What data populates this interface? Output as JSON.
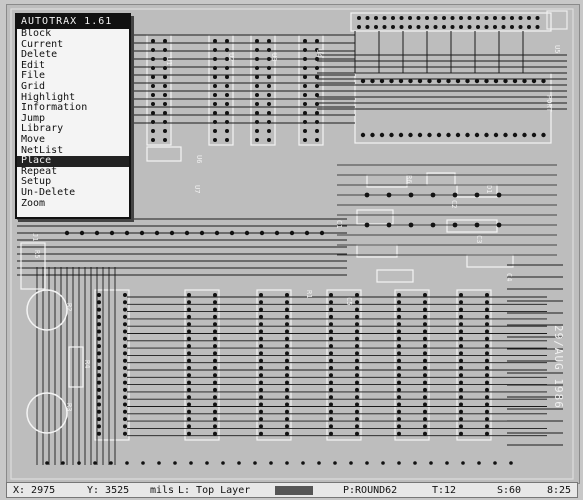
{
  "menu": {
    "title": "AUTOTRAX 1.61",
    "items": [
      "Block",
      "Current",
      "Delete",
      "Edit",
      "File",
      "Grid",
      "Highlight",
      "Information",
      "Jump",
      "Library",
      "Move",
      "NetList",
      "Place",
      "Repeat",
      "Setup",
      "Un-Delete",
      "Zoom"
    ],
    "selected_index": 12
  },
  "status": {
    "x": "X: 2975",
    "y": "Y: 3525",
    "units": "mils",
    "layer": "L: Top Layer",
    "pad": "P:ROUND62",
    "track": "T:12",
    "snap": "S:60",
    "extra": "8:25"
  },
  "board": {
    "labels": [
      "U1",
      "U2",
      "U3",
      "U4",
      "U5",
      "U6",
      "U7",
      "C1",
      "C2",
      "C3",
      "C4",
      "C5",
      "R1",
      "R2",
      "R3",
      "R4",
      "R5",
      "R6",
      "D1",
      "J1",
      "PORT"
    ],
    "side_text": "29/AUG 1986",
    "colors": {
      "background": "#bdbdbd",
      "trace": "#1a1a1a",
      "pad": "#111111",
      "outline": "#f4f4f4"
    }
  }
}
